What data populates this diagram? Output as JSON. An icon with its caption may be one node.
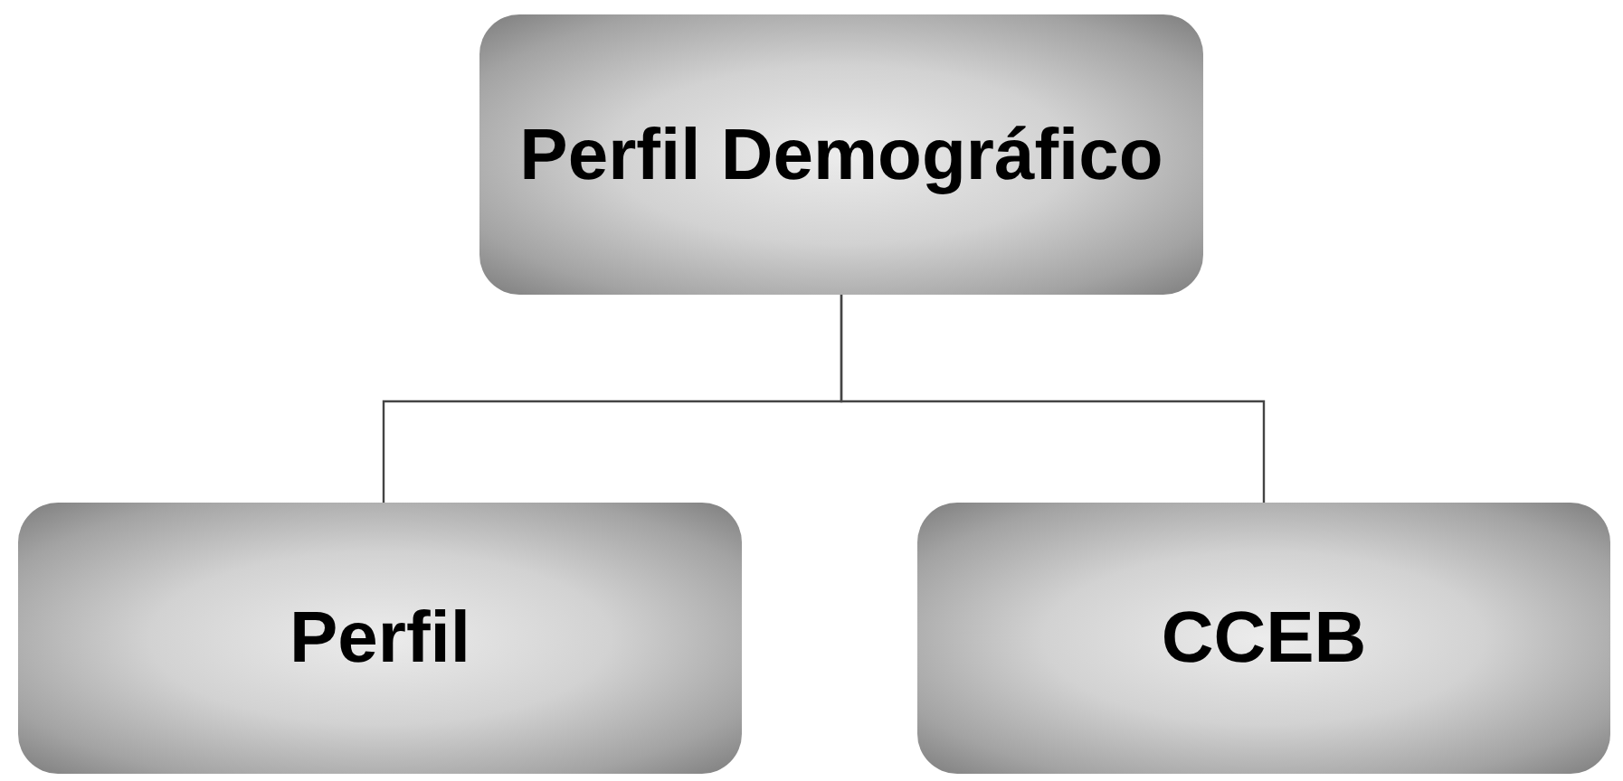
{
  "diagram": {
    "nodes": [
      {
        "text": [
          "Perfil Demográfico"
        ]
      },
      {
        "text": [
          "Perfil"
        ]
      },
      {
        "text": [
          "CCEB"
        ]
      }
    ],
    "edges": [
      {
        "from": 0,
        "to": 1,
        "arrow": "none"
      },
      {
        "from": 0,
        "to": 2,
        "arrow": "none"
      }
    ]
  }
}
